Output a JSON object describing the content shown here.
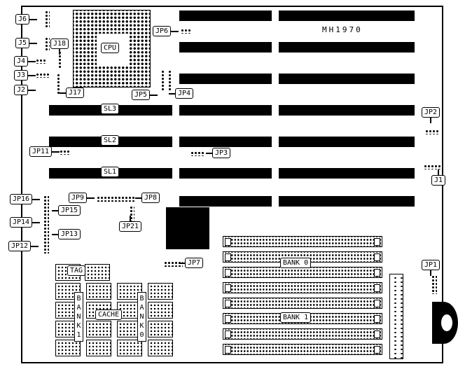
{
  "board": {
    "model": "MH1970",
    "cpu_label": "CPU",
    "colors": {
      "line": "#000000",
      "background": "#ffffff"
    }
  },
  "jumpers": {
    "j1": "J1",
    "j2": "J2",
    "j3": "J3",
    "j4": "J4",
    "j5": "J5",
    "j6": "J6",
    "j17": "J17",
    "j18": "J18",
    "jp1": "JP1",
    "jp2": "JP2",
    "jp3": "JP3",
    "jp4": "JP4",
    "jp5": "JP5",
    "jp6": "JP6",
    "jp7": "JP7",
    "jp8": "JP8",
    "jp9": "JP9",
    "jp11": "JP11",
    "jp12": "JP12",
    "jp13": "JP13",
    "jp14": "JP14",
    "jp15": "JP15",
    "jp16": "JP16",
    "jp21": "JP21"
  },
  "slots": {
    "sl1": "SL1",
    "sl2": "SL2",
    "sl3": "SL3"
  },
  "memory": {
    "bank0": "BANK 0",
    "bank1": "BANK 1"
  },
  "cache": {
    "tag": "TAG",
    "label": "CACHE",
    "bank1_col": "BANK1",
    "bank0_col": "BANK0"
  }
}
